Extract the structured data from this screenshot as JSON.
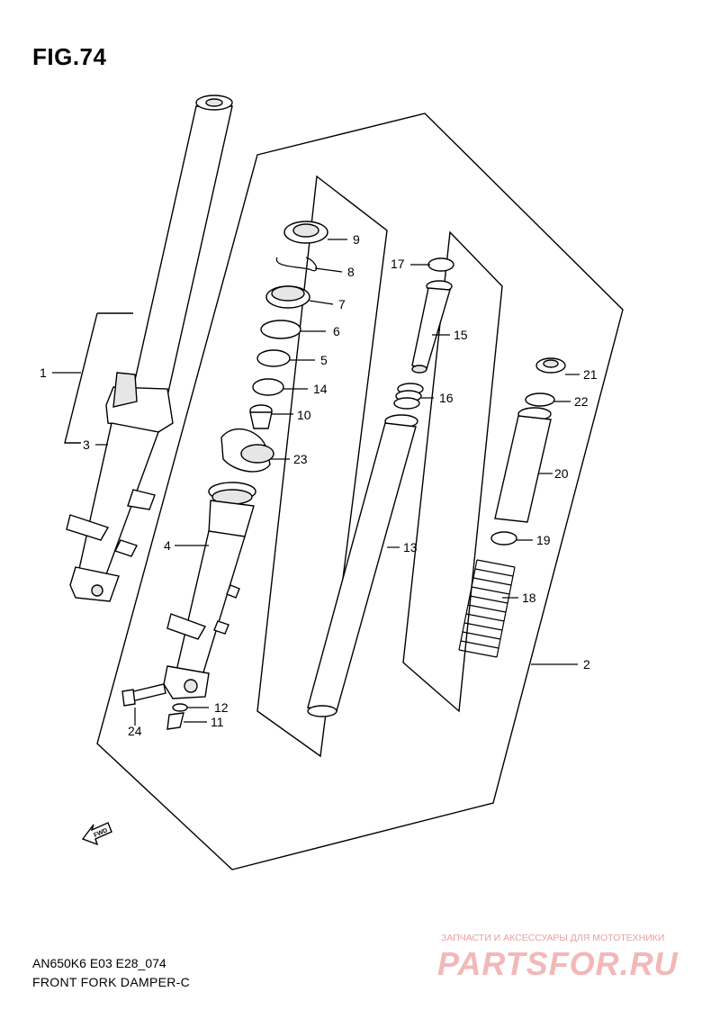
{
  "figure": {
    "title": "FIG.74"
  },
  "callouts": [
    "1",
    "2",
    "3",
    "4",
    "5",
    "6",
    "7",
    "8",
    "9",
    "10",
    "11",
    "12",
    "13",
    "14",
    "15",
    "16",
    "17",
    "18",
    "19",
    "20",
    "21",
    "22",
    "23",
    "24"
  ],
  "direction_tag": "FWD",
  "footer": {
    "code": "AN650K6 E03 E28_074",
    "caption": "FRONT FORK DAMPER-C"
  },
  "watermark": {
    "subtitle": "ЗАПЧАСТИ И АКСЕССУАРЫ ДЛЯ МОТОТЕХНИКИ",
    "logo": "PARTSFOR.RU"
  }
}
